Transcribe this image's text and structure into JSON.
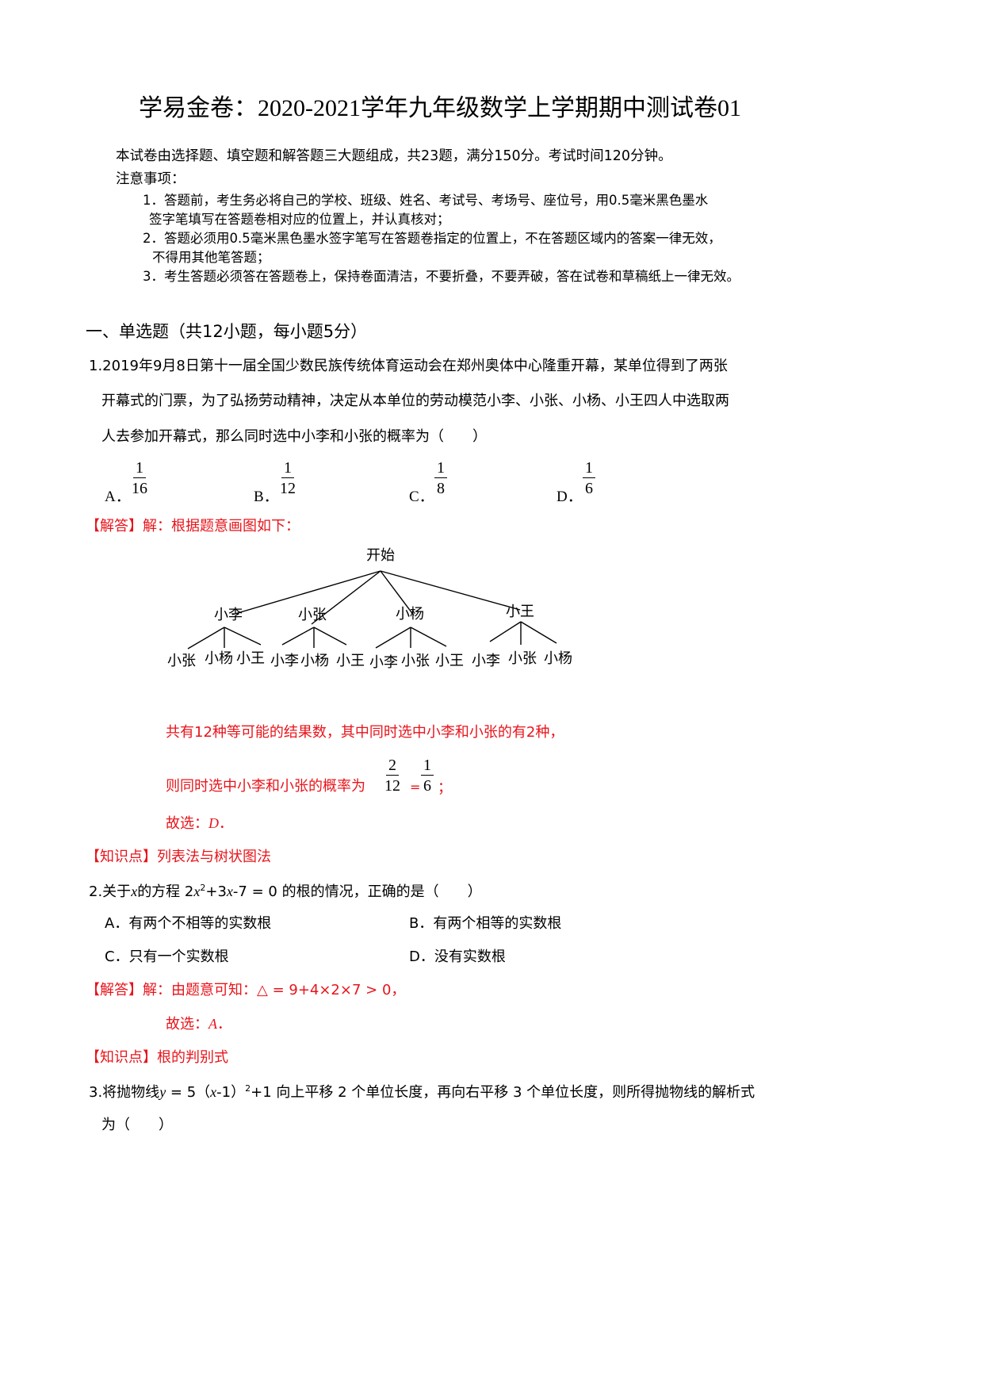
{
  "title": "学易金卷：2020-2021学年九年级数学上学期期中测试卷01",
  "intro": "本试卷由选择题、填空题和解答题三大题组成，共23题，满分150分。考试时间120分钟。",
  "notice_label": "注意事项：",
  "notices": [
    "1．答题前，考生务必将自己的学校、班级、姓名、考试号、考场号、座位号，用0.5毫米黑色墨水",
    "签字笔填写在答题卷相对应的位置上，并认真核对；",
    "2．答题必须用0.5毫米黑色墨水签字笔写在答题卷指定的位置上，不在答题区域内的答案一律无效，",
    "不得用其他笔答题；",
    "3．考生答题必须答在答题卷上，保持卷面清洁，不要折叠，不要弄破，答在试卷和草稿纸上一律无效。"
  ],
  "section1": "一、单选题（共12小题，每小题5分）",
  "q1": {
    "lines": [
      "1.2019年9月8日第十一届全国少数民族传统体育运动会在郑州奥体中心隆重开幕，某单位得到了两张",
      "开幕式的门票，为了弘扬劳动精神，决定从本单位的劳动模范小李、小张、小杨、小王四人中选取两",
      "人去参加开幕式，那么同时选中小李和小张的概率为（　　）"
    ],
    "options": [
      {
        "label": "A．",
        "num": "1",
        "den": "16"
      },
      {
        "label": "B．",
        "num": "1",
        "den": "12"
      },
      {
        "label": "C．",
        "num": "1",
        "den": "8"
      },
      {
        "label": "D．",
        "num": "1",
        "den": "6"
      }
    ],
    "answer_head": "【解答】解：根据题意画图如下：",
    "tree": {
      "root": "开始",
      "level1": [
        "小李",
        "小张",
        "小杨",
        "小王"
      ],
      "level2": [
        [
          "小张",
          "小杨",
          "小王"
        ],
        [
          "小李",
          "小杨",
          "小王"
        ],
        [
          "小李",
          "小张",
          "小王"
        ],
        [
          "小李",
          "小张",
          "小杨"
        ]
      ]
    },
    "line1": "共有12种等可能的结果数，其中同时选中小李和小张的有2种，",
    "line2": "则同时选中小李和小张的概率为",
    "frac1": {
      "num": "2",
      "den": "12"
    },
    "eq": "=",
    "frac2": {
      "num": "1",
      "den": "6"
    },
    "semi": "；",
    "choose": "故选：",
    "choice": "D",
    "period": "．",
    "knowledge": "【知识点】列表法与树状图法"
  },
  "q2": {
    "prefix": "2.关于",
    "x": "x",
    "mid": "的方程 2",
    "x2": "x",
    "sup": "2",
    "rest1": "+3",
    "x3": "x",
    "rest2": "-7 = 0 的根的情况，正确的是（　　）",
    "options": [
      "A．有两个不相等的实数根",
      "B．有两个相等的实数根",
      "C．只有一个实数根",
      "D．没有实数根"
    ],
    "answer": "【解答】解：由题意可知：△ = 9+4×2×7 > 0，",
    "choose": "故选：",
    "choice": "A",
    "period": "．",
    "knowledge": "【知识点】根的判别式"
  },
  "q3": {
    "a": "3.将抛物线",
    "y": "y",
    "b": " = 5（",
    "x": "x",
    "c": "-1）",
    "sup": "2",
    "d": "+1 向上平移 2 个单位长度，再向右平移 3 个单位长度，则所得抛物线的解析式",
    "line2": "为（　　）"
  }
}
